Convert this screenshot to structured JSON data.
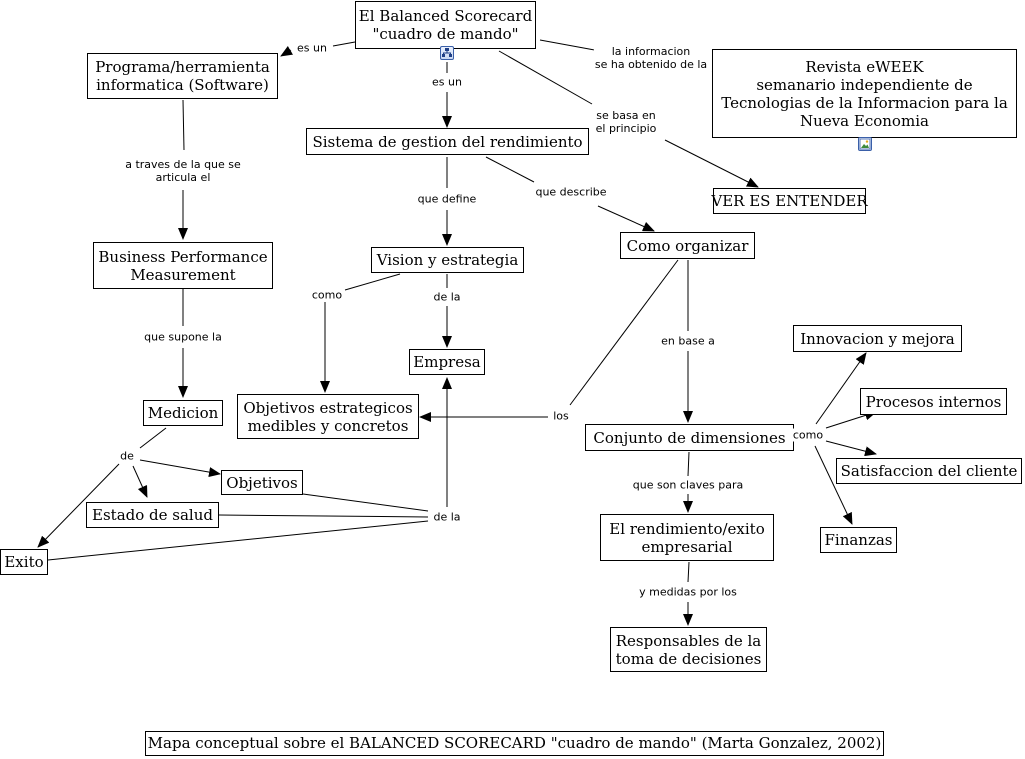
{
  "nodes": {
    "bsc": "El Balanced Scorecard\n\"cuadro de mando\"",
    "programa": "Programa/herramienta\ninformatica (Software)",
    "revista": "Revista eWEEK\nsemanario independiente de\nTecnologias de la Informacion para la\nNueva Economia",
    "sistema": "Sistema de gestion del rendimiento",
    "ver": "VER ES ENTENDER",
    "bpm": "Business Performance\nMeasurement",
    "vision": "Vision y estrategia",
    "como_org": "Como organizar",
    "empresa": "Empresa",
    "medicion": "Medicion",
    "obj_est": "Objetivos estrategicos\nmedibles y concretos",
    "innovacion": "Innovacion y mejora",
    "procesos": "Procesos internos",
    "conjunto": "Conjunto de dimensiones",
    "satisfaccion": "Satisfaccion del cliente",
    "objetivos": "Objetivos",
    "estado": "Estado de salud",
    "rendimiento": "El rendimiento/exito\nempresarial",
    "finanzas": "Finanzas",
    "exito": "Exito",
    "responsables": "Responsables de la\ntoma de decisiones"
  },
  "labels": {
    "es_un_left": "es un",
    "es_un_down": "es un",
    "la_informacion": "la informacion\nse ha obtenido de la",
    "se_basa": "se basa en\nel principio",
    "a_traves": "a traves de la que se\narticula el",
    "que_define": "que define",
    "que_describe": "que describe",
    "que_supone": "que supone la",
    "como_left": "como",
    "de_la_top": "de la",
    "en_base": "en base a",
    "los": "los",
    "de": "de",
    "como_right": "como",
    "de_la_bottom": "de la",
    "que_son": "que son claves para",
    "y_medidas": "y medidas por los"
  },
  "icons": {
    "bsc": "concept-map-icon",
    "revista": "image-icon"
  },
  "caption": "Mapa conceptual sobre el BALANCED SCORECARD \"cuadro de mando\" (Marta Gonzalez, 2002)"
}
